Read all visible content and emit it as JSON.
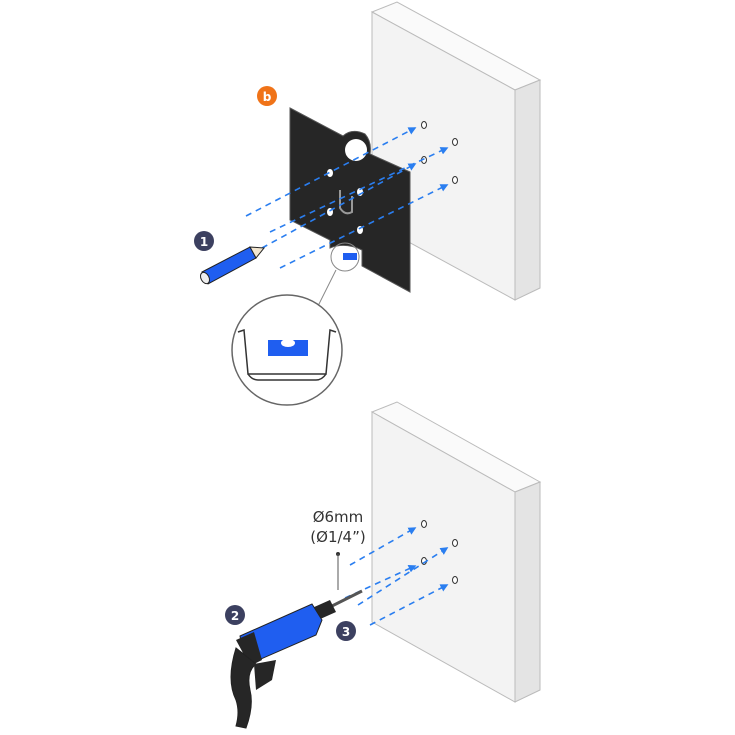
{
  "step1": {
    "callout_letter": "b",
    "step_number": "1"
  },
  "step2": {
    "step_number_drill": "2",
    "step_number_holes": "3",
    "drill_size_metric": "Ø6mm",
    "drill_size_imperial": "(Ø1/4”)"
  },
  "colors": {
    "accent_blue": "#1f5ef0",
    "arrow_blue": "#2a7ef0",
    "badge_orange": "#f07318",
    "badge_navy": "#3c4060",
    "plate_black": "#262626",
    "wall_face": "#f3f3f3"
  }
}
